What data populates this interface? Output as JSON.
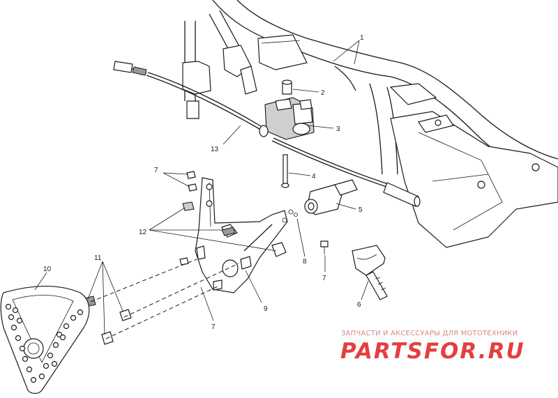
{
  "callouts": {
    "c1": "1",
    "c2": "2",
    "c3": "3",
    "c4": "4",
    "c5": "5",
    "c6": "6",
    "c7a": "7",
    "c7b": "7",
    "c7c": "7",
    "c8": "8",
    "c9": "9",
    "c10": "10",
    "c11": "11",
    "c12": "12",
    "c13": "13"
  },
  "watermark": {
    "caption": "ЗАПЧАСТИ И АКСЕССУАРЫ ДЛЯ МОТОТЕХНИКИ",
    "logo": "partsfor.ru"
  }
}
